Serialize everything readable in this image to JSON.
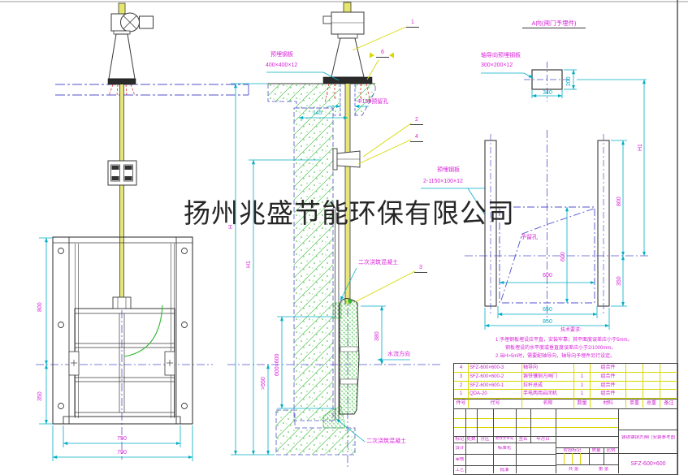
{
  "watermark": "扬州兆盛节能环保有限公司",
  "colors": {
    "dimension": "#00aec4",
    "label": "#d81fd8",
    "leader": "#d8d800",
    "concrete": "#2db82d",
    "centerline": "#5252cc",
    "line": "#3a3a3a",
    "anchor": "#dd3333"
  },
  "front_view": {
    "dim_800": "800",
    "dim_350": "350",
    "dim_750": "750",
    "dim_790": "790"
  },
  "section_view": {
    "plate_label_line1": "预埋钢板",
    "plate_label_line2": "400×400×12",
    "hole_label": "Φ150预留孔",
    "dim_145": "145",
    "callout_1": "1",
    "callout_2": "2",
    "callout_3": "3",
    "callout_4": "4",
    "callout_6": "6",
    "secondary_concrete_top": "二次浇筑混凝土",
    "secondary_concrete_bottom": "二次浇筑混凝土",
    "dim_380": "380",
    "flow_label": "水流方向",
    "dim_600x600": "600×600",
    "dim_gt550": ">550",
    "dim_H": "H",
    "dim_H1": "H1"
  },
  "embed_view": {
    "title": "A向(闸门予埋件)",
    "guide_plate_line1": "轴导向预埋钢板",
    "guide_plate_line2": "300×200×12",
    "dim_340": "340",
    "dim_200": "200",
    "side_plate_line1": "预埋钢板",
    "side_plate_line2": "2-1150×100×12",
    "hole_label": "予留孔",
    "dim_600_v": "600",
    "dim_600_h": "600",
    "dim_650": "650",
    "dim_850": "850",
    "dim_800": "800",
    "dim_350": "350",
    "dim_H1": "H1"
  },
  "notes": {
    "title": "技术要求:",
    "line1": "1.予埋钢板埋设应平直，安装牢靠；其平面度误差应小于5mm。",
    "line2": "钢板埋设的水平度或垂直度误差应小于2/1000mm。",
    "line3": "2.当H>5m时，需要配轴导向，轴导向予埋件另行设定。"
  },
  "parts_table": {
    "headers": {
      "no": "件号",
      "code": "代号",
      "name": "名称",
      "qty": "数量",
      "material": "材料",
      "unit_weight": "单重",
      "total_weight": "总重",
      "remark": "备注"
    },
    "rows": [
      {
        "no": "4",
        "code": "SFZ-600×600-3",
        "name": "轴导向",
        "qty": "",
        "material": "组合件"
      },
      {
        "no": "3",
        "code": "SFZ-600×600-2",
        "name": "铸铁镶铜方闸门",
        "qty": "1",
        "material": "组合件"
      },
      {
        "no": "2",
        "code": "SFZ-600×600-1",
        "name": "拉杆总成",
        "qty": "1",
        "material": "组合件"
      },
      {
        "no": "1",
        "code": "QDA-20",
        "name": "手电两用启闭机",
        "qty": "1",
        "material": "组合件"
      }
    ]
  },
  "title_block": {
    "mark": "标记",
    "count": "处数",
    "zone": "分区",
    "change_doc": "更改文件号",
    "signature": "签名",
    "date": "年月日",
    "design": "设计",
    "standardize": "标准化",
    "stage_mark": "阶段标记",
    "weight": "质量",
    "scale": "比例",
    "check": "审核",
    "process": "工艺",
    "approve": "批准",
    "sheet_total": "共 张",
    "sheet_no": "第 张",
    "drawing_title": "铸铁镶铜方闸门安装参考图",
    "drawing_no": "SFZ-600×600"
  }
}
